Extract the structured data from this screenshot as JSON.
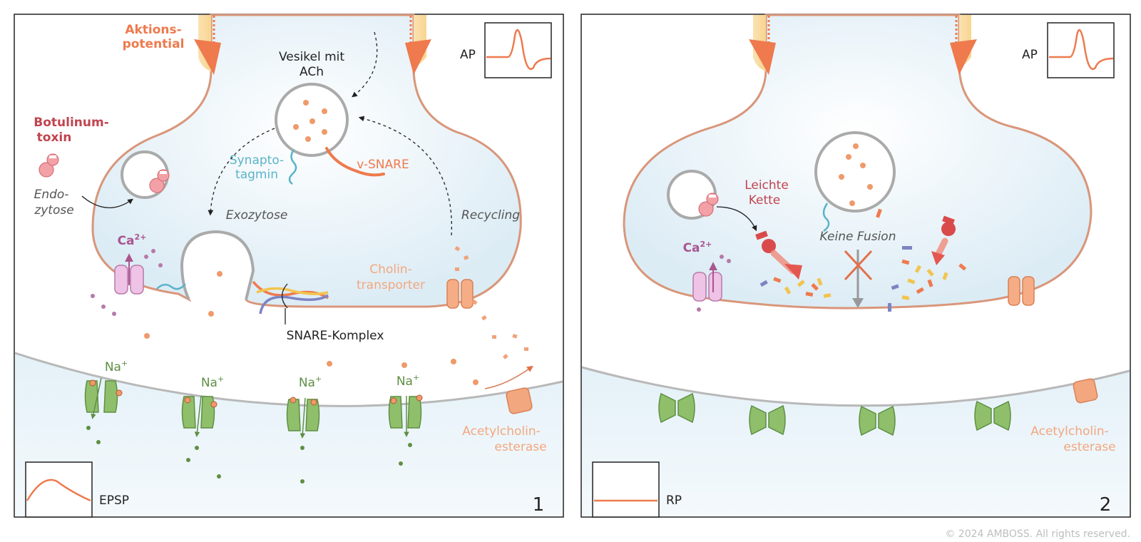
{
  "panel1": {
    "number": "1",
    "action_potential_l1": "Aktions-",
    "action_potential_l2": "potential",
    "ap_box_label": "AP",
    "vesicle_label_l1": "Vesikel mit",
    "vesicle_label_l2": "ACh",
    "toxin_l1": "Botulinum-",
    "toxin_l2": "toxin",
    "endocytosis_l1": "Endo-",
    "endocytosis_l2": "zytose",
    "synaptotagmin_l1": "Synapto-",
    "synaptotagmin_l2": "tagmin",
    "vsnare": "v-SNARE",
    "exocytosis": "Exozytose",
    "recycling": "Recycling",
    "calcium": "Ca",
    "calcium_sup": "2+",
    "cholin_l1": "Cholin-",
    "cholin_l2": "transporter",
    "snare_complex": "SNARE-Komplex",
    "sodium": "Na",
    "sodium_sup": "+",
    "ache_l1": "Acetylcholin-",
    "ache_l2": "esterase",
    "epsp_label": "EPSP"
  },
  "panel2": {
    "number": "2",
    "ap_box_label": "AP",
    "light_chain_l1": "Leichte",
    "light_chain_l2": "Kette",
    "no_fusion": "Keine Fusion",
    "calcium": "Ca",
    "calcium_sup": "2+",
    "ache_l1": "Acetylcholin-",
    "ache_l2": "esterase",
    "rp_label": "RP"
  },
  "copyright": "© 2024 AMBOSS. All rights reserved.",
  "colors": {
    "membrane": "#d9967a",
    "cytoplasm": "#e6f3f9",
    "orange_accent": "#ee7a4e",
    "toxin_pink": "#f2a2a6",
    "toxin_text": "#c0444f",
    "synaptotagmin_blue": "#5bb3c9",
    "channel_green": "#8fbf6a",
    "calcium_purple": "#a9558f",
    "ache_orange": "#f3a77f"
  }
}
